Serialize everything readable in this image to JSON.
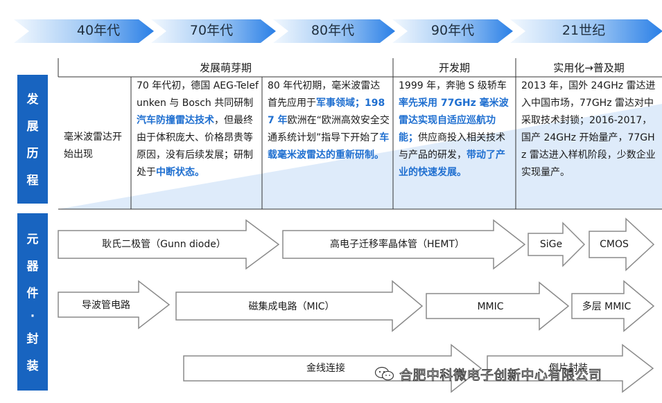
{
  "timeline": {
    "eras": [
      "40年代",
      "70年代",
      "80年代",
      "90年代",
      "21世纪"
    ]
  },
  "side_labels": {
    "history": [
      "发",
      "展",
      "历",
      "程"
    ],
    "components": [
      "元",
      "器",
      "件",
      "·",
      "封",
      "装"
    ]
  },
  "phases": [
    "发展萌芽期",
    "开发期",
    "实用化→普及期"
  ],
  "history_cells": {
    "c40": [
      {
        "t": "毫米波雷达开始出现",
        "h": false
      }
    ],
    "c70": [
      {
        "t": "70 年代初，德国 AEG-Telefunken 与 Bosch 共同研制",
        "h": false
      },
      {
        "t": "汽车防撞雷达技术",
        "h": true
      },
      {
        "t": "，但最终由于体积庞大、价格昂贵等原因，没有后续发展；研制处于",
        "h": false
      },
      {
        "t": "中断状态。",
        "h": true
      }
    ],
    "c80": [
      {
        "t": "80 年代初期，毫米波雷达首先应用于",
        "h": false
      },
      {
        "t": "军事领域；",
        "h": true
      },
      {
        "t": "1987 年",
        "h": true
      },
      {
        "t": "欧洲在“欧洲高效安全交通系统计划”指导下开始了",
        "h": false
      },
      {
        "t": "车载毫米波雷达的重新研制。",
        "h": true
      }
    ],
    "c90": [
      {
        "t": "1999 年，奔驰 S 级轿车",
        "h": false
      },
      {
        "t": "率先采用 77GHz 毫米波雷达实现自适应巡航功能；",
        "h": true
      },
      {
        "t": "供应商投入相关技术与产品的研发，",
        "h": false
      },
      {
        "t": "带动了产业的快速发展。",
        "h": true
      }
    ],
    "c21": [
      {
        "t": "2013 年，国外 24GHz 雷达进入中国市场，77GHz 雷达对中采取技术封锁；2016-2017，国产 24GHz 开始量产，77GHz 雷达进入样机阶段，少数企业实现量产。",
        "h": false
      }
    ]
  },
  "component_arrows": {
    "gunn": "耿氏二极管（Gunn diode）",
    "hemt": "高电子迁移率晶体管（HEMT）",
    "sige": "SiGe",
    "cmos": "CMOS",
    "waveguide": "导波管电路",
    "mic": "磁集成电路（MIC）",
    "mmic": "MMIC",
    "multilayer_mmic": "多层 MMIC",
    "wire_bonding": "金线连接",
    "flip_chip": "倒片封装"
  },
  "watermark": "合肥中科微电子创新中心有限公司",
  "colors": {
    "side_box": "#1864c0",
    "highlight": "#1f6fd0",
    "timeline_gradient_start": "#f2f8fe",
    "timeline_gradient_end": "#2a7fe6",
    "arrow_stroke": "#8a8a8a"
  }
}
